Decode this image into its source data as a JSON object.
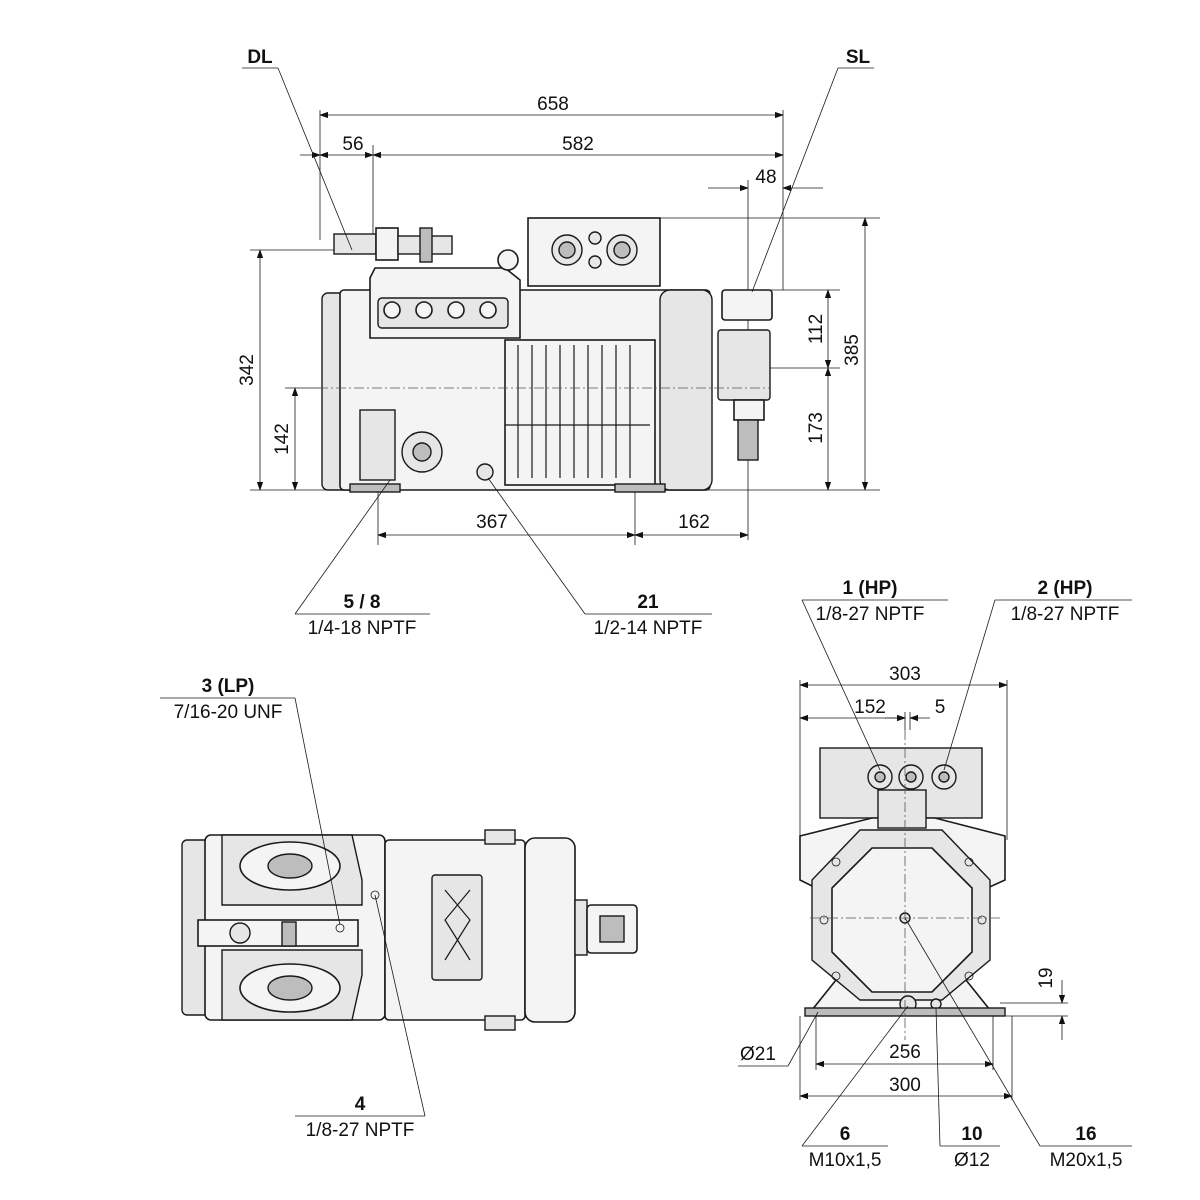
{
  "connections": {
    "dl": "DL",
    "sl": "SL",
    "c58": {
      "id": "5 / 8",
      "thread": "1/4-18 NPTF"
    },
    "c21": {
      "id": "21",
      "thread": "1/2-14 NPTF"
    },
    "c1hp": {
      "id": "1 (HP)",
      "thread": "1/8-27 NPTF"
    },
    "c2hp": {
      "id": "2 (HP)",
      "thread": "1/8-27 NPTF"
    },
    "c3lp": {
      "id": "3 (LP)",
      "thread": "7/16-20 UNF"
    },
    "c4": {
      "id": "4",
      "thread": "1/8-27 NPTF"
    },
    "c6": {
      "id": "6",
      "thread": "M10x1,5"
    },
    "c10": {
      "id": "10",
      "thread": "Ø12"
    },
    "c16": {
      "id": "16",
      "thread": "M20x1,5"
    }
  },
  "dimensions": {
    "d658": "658",
    "d56": "56",
    "d582": "582",
    "d48": "48",
    "d342": "342",
    "d142": "142",
    "d112": "112",
    "d385": "385",
    "d173": "173",
    "d367": "367",
    "d162": "162",
    "d303": "303",
    "d152": "152",
    "d5": "5",
    "d19": "19",
    "d256": "256",
    "d300": "300",
    "d21": "Ø21"
  }
}
